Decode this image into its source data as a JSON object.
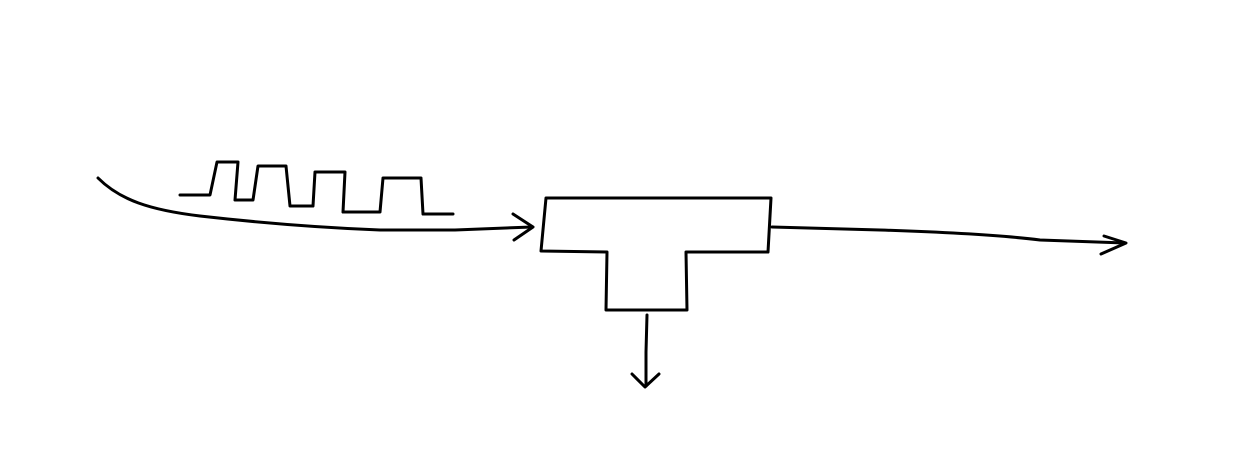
{
  "diagram": {
    "description_text": "",
    "stroke_color": "#000000",
    "background_color": "#ffffff",
    "elements": [
      "input-signal-curve",
      "pulse-train-waveform",
      "input-arrowhead",
      "t-splitter-block",
      "output-line",
      "output-arrowhead",
      "branch-output-line",
      "branch-arrowhead"
    ]
  }
}
